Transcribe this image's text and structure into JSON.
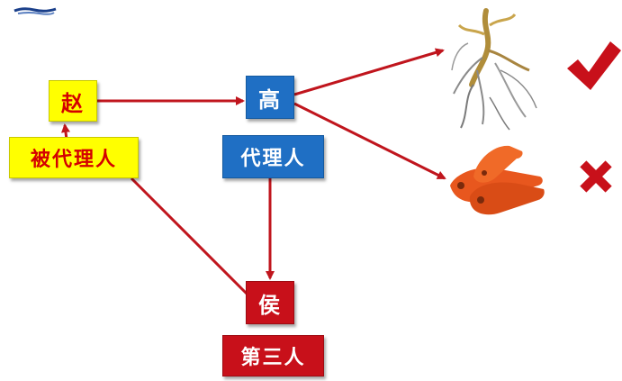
{
  "diagram": {
    "nodes": {
      "zhao": "赵",
      "principal": "被代理人",
      "gao": "高",
      "agent": "代理人",
      "hou": "侯",
      "third_party": "第三人"
    },
    "icons": {
      "ginseng": "ginseng-root-icon",
      "carrots": "carrots-icon",
      "check": "check-mark-icon",
      "cross": "cross-mark-icon",
      "corner": "corner-logo-icon"
    },
    "colors": {
      "principal_bg": "#ffff00",
      "principal_text": "#d40000",
      "agent_bg": "#1f6fc4",
      "third_bg": "#c8101a",
      "arrow": "#c0151d",
      "check": "#c8101a",
      "cross": "#c8101a"
    }
  }
}
